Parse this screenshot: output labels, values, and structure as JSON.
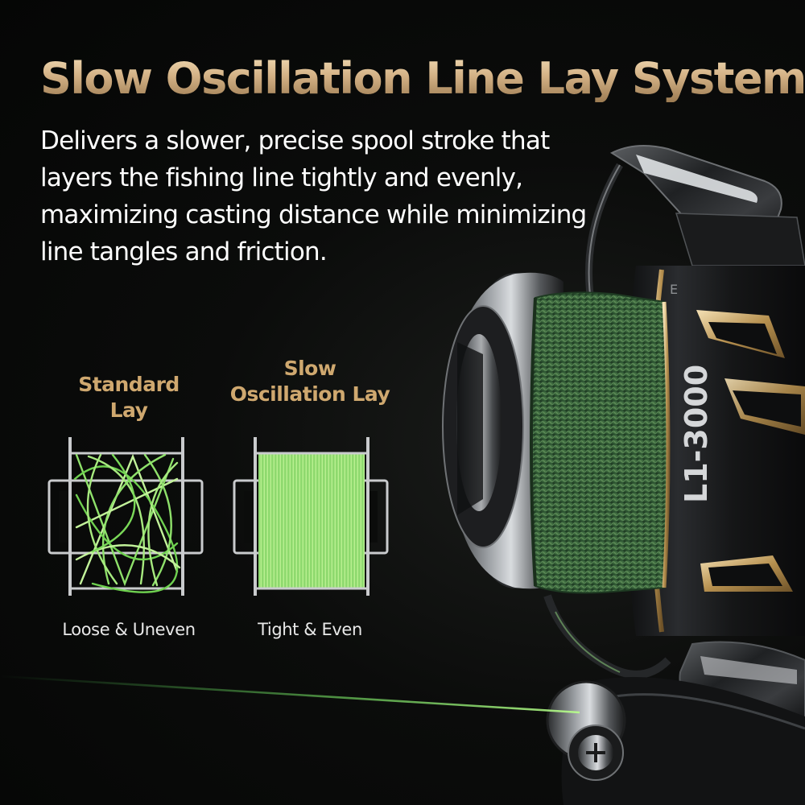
{
  "headline": "Slow Oscillation Line Lay System",
  "subhead": "Delivers a slower, precise spool stroke that layers the fishing line tightly and evenly, maximizing casting distance while minimizing line tangles and friction.",
  "comparison": {
    "standard": {
      "title_line1": "Standard",
      "title_line2": "Lay",
      "caption": "Loose & Uneven"
    },
    "slow": {
      "title_line1": "Slow",
      "title_line2": "Oscillation Lay",
      "caption": "Tight & Even"
    }
  },
  "reel": {
    "model": "L1-3000",
    "rotor_mark": "E"
  },
  "colors": {
    "gold": "#d4b488",
    "line_green": "#8ee06a",
    "spool_green": "#3c6a39",
    "background": "#060706"
  }
}
